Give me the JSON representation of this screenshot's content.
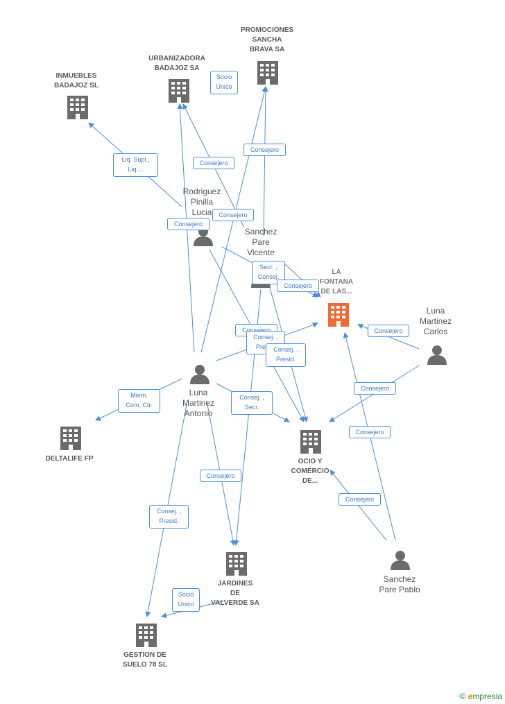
{
  "colors": {
    "edge": "#4a90d9",
    "company": "#6b6b6b",
    "focus": "#f06a35",
    "person": "#6b6b6b",
    "label_border": "#4a90d9"
  },
  "nodes": [
    {
      "id": "promociones",
      "type": "company",
      "lines": [
        "PROMOCIONES",
        "SANCHA",
        "BRAVA SA"
      ],
      "icon": "building-icon"
    },
    {
      "id": "urbanizadora",
      "type": "company",
      "lines": [
        "URBANIZADORA",
        "BADAJOZ SA"
      ],
      "icon": "building-icon"
    },
    {
      "id": "inmuebles",
      "type": "company",
      "lines": [
        "INMUEBLES",
        "BADAJOZ SL"
      ],
      "icon": "building-icon"
    },
    {
      "id": "rodriguez",
      "type": "person",
      "lines": [
        "Rodriguez",
        "Pinilla",
        "Lucia"
      ],
      "icon": "person-icon"
    },
    {
      "id": "sanchez_vicente",
      "type": "person",
      "lines": [
        "Sanchez",
        "Pare",
        "Vicente"
      ],
      "icon": "person-icon"
    },
    {
      "id": "fontana",
      "type": "focus",
      "lines": [
        "LA",
        "FONTANA",
        "DE LAS..."
      ],
      "icon": "building-icon"
    },
    {
      "id": "luna_carlos",
      "type": "person",
      "lines": [
        "Luna",
        "Martinez",
        "Carlos"
      ],
      "icon": "person-icon"
    },
    {
      "id": "luna_antonio",
      "type": "person",
      "lines": [
        "Luna",
        "Martinez",
        "Antonio"
      ],
      "icon": "person-icon"
    },
    {
      "id": "deltalife",
      "type": "company",
      "lines": [
        "DELTALIFE FP"
      ],
      "icon": "building-icon"
    },
    {
      "id": "ocio",
      "type": "company",
      "lines": [
        "OCIO Y",
        "COMERCIO",
        "DE..."
      ],
      "icon": "building-icon"
    },
    {
      "id": "jardines",
      "type": "company",
      "lines": [
        "JARDINES",
        "DE",
        "VALVERDE SA"
      ],
      "icon": "building-icon"
    },
    {
      "id": "gestion",
      "type": "company",
      "lines": [
        "GESTION DE",
        "SUELO 78 SL"
      ],
      "icon": "building-icon"
    },
    {
      "id": "sanchez_pablo",
      "type": "person",
      "lines": [
        "Sanchez",
        "Pare Pablo"
      ],
      "icon": "person-icon"
    }
  ],
  "edge_labels": [
    {
      "id": "socio-unico-1",
      "lines": [
        "Socio",
        "Único"
      ]
    },
    {
      "id": "consejero-1",
      "lines": [
        "Consejero"
      ]
    },
    {
      "id": "liq-1",
      "lines": [
        "Liq.  Supl.,",
        "Liq...."
      ]
    },
    {
      "id": "consejero-2",
      "lines": [
        "Consejero"
      ]
    },
    {
      "id": "consejero-3",
      "lines": [
        "Consejero"
      ]
    },
    {
      "id": "consejero-4",
      "lines": [
        "Consejero"
      ]
    },
    {
      "id": "secr-consej-1",
      "lines": [
        "Secr. ,",
        "Consej."
      ]
    },
    {
      "id": "consejero-5",
      "lines": [
        "Consejero"
      ]
    },
    {
      "id": "consejero-6",
      "lines": [
        "Consejero"
      ]
    },
    {
      "id": "consej-pres-1",
      "lines": [
        "Consej. ,",
        "Presid."
      ]
    },
    {
      "id": "consej-pres-2",
      "lines": [
        "Consej. ,",
        "Presid."
      ]
    },
    {
      "id": "consejero-7",
      "lines": [
        "Consejero"
      ]
    },
    {
      "id": "miem-1",
      "lines": [
        "Miem.",
        "Com. Ctr."
      ]
    },
    {
      "id": "consej-secr-1",
      "lines": [
        "Consej. ,",
        "Secr."
      ]
    },
    {
      "id": "consejero-8",
      "lines": [
        "Consejero"
      ]
    },
    {
      "id": "consejero-9",
      "lines": [
        "Consejero"
      ]
    },
    {
      "id": "consejero-10",
      "lines": [
        "Consejero"
      ]
    },
    {
      "id": "consej-pres-3",
      "lines": [
        "Consej. ,",
        "Presid."
      ]
    },
    {
      "id": "consejero-11",
      "lines": [
        "Consejero"
      ]
    },
    {
      "id": "socio-unico-2",
      "lines": [
        "Socio",
        "Único"
      ]
    }
  ],
  "edges": [
    {
      "from": "luna_antonio",
      "to": "promociones"
    },
    {
      "from": "sanchez_vicente",
      "to": "promociones"
    },
    {
      "from": "luna_antonio",
      "to": "urbanizadora"
    },
    {
      "from": "sanchez_vicente",
      "to": "urbanizadora"
    },
    {
      "from": "rodriguez",
      "to": "inmuebles"
    },
    {
      "from": "rodriguez",
      "to": "fontana"
    },
    {
      "from": "sanchez_vicente",
      "to": "fontana"
    },
    {
      "from": "luna_antonio",
      "to": "fontana"
    },
    {
      "from": "luna_carlos",
      "to": "fontana"
    },
    {
      "from": "sanchez_pablo",
      "to": "fontana"
    },
    {
      "from": "rodriguez",
      "to": "ocio"
    },
    {
      "from": "sanchez_vicente",
      "to": "ocio"
    },
    {
      "from": "luna_antonio",
      "to": "ocio"
    },
    {
      "from": "luna_carlos",
      "to": "ocio"
    },
    {
      "from": "sanchez_pablo",
      "to": "ocio"
    },
    {
      "from": "luna_antonio",
      "to": "deltalife"
    },
    {
      "from": "luna_antonio",
      "to": "jardines"
    },
    {
      "from": "sanchez_vicente",
      "to": "jardines"
    },
    {
      "from": "luna_antonio",
      "to": "gestion"
    },
    {
      "from": "jardines",
      "to": "gestion"
    }
  ],
  "footer": {
    "copyright": "©",
    "brand_initial": "e",
    "brand_rest": "mpresia"
  }
}
